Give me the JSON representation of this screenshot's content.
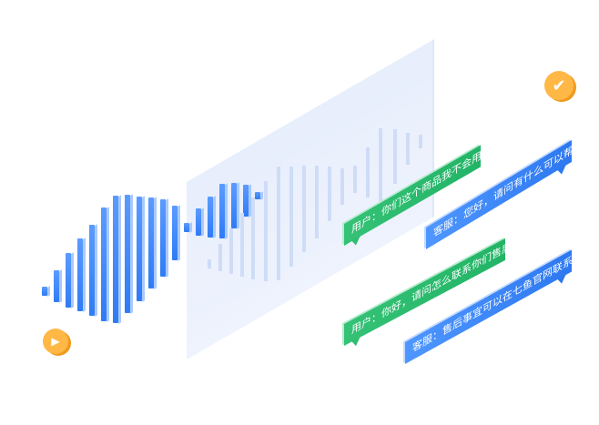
{
  "chat": [
    {
      "role": "user",
      "text": "用户：你们这个商品我不会用。"
    },
    {
      "role": "agent",
      "text": "客服：您好，请问有什么可以帮您?"
    },
    {
      "role": "user",
      "text": "用户：你好，请问怎么联系你们售后呀?"
    },
    {
      "role": "agent",
      "text": "客服：售后事宜可以在七鱼官网联系我们哦。"
    }
  ],
  "icons": {
    "check": "check-circle-icon",
    "play": "play-circle-icon"
  },
  "colors": {
    "user_bubble": "#22b466",
    "agent_bubble": "#2d78f0",
    "accent": "#ffb846",
    "wave": "#2f7bf5"
  }
}
